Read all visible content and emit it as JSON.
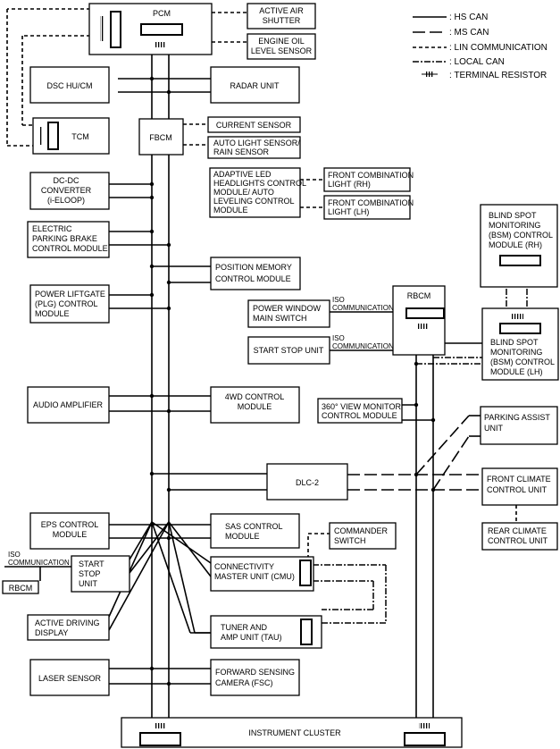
{
  "legend": {
    "hs_can": ": HS CAN",
    "ms_can": ": MS CAN",
    "lin": ": LIN COMMUNICATION",
    "local_can": ": LOCAL CAN",
    "terminal": ": TERMINAL RESISTOR"
  },
  "modules": {
    "pcm": "PCM",
    "active_air_shutter": [
      "ACTIVE AIR",
      "SHUTTER"
    ],
    "engine_oil_sensor": [
      "ENGINE OIL",
      "LEVEL SENSOR"
    ],
    "dsc": "DSC HU/CM",
    "radar": "RADAR UNIT",
    "tcm": "TCM",
    "fbcm": "FBCM",
    "current_sensor": "CURRENT SENSOR",
    "auto_light_sensor": [
      "AUTO LIGHT SENSOR/",
      "RAIN SENSOR"
    ],
    "dcdc": [
      "DC-DC",
      "CONVERTER",
      "(i-ELOOP)"
    ],
    "adaptive_led": [
      "ADAPTIVE LED",
      "HEADLIGHTS CONTROL",
      "MODULE/ AUTO",
      "LEVELING CONTROL",
      "MODULE"
    ],
    "front_combo_rh": [
      "FRONT COMBINATION",
      "LIGHT (RH)"
    ],
    "front_combo_lh": [
      "FRONT COMBINATION",
      "LIGHT (LH)"
    ],
    "epb": [
      "ELECTRIC",
      "PARKING BRAKE",
      "CONTROL MODULE"
    ],
    "position_memory": [
      "POSITION MEMORY",
      "CONTROL MODULE"
    ],
    "bsm_rh": [
      "BLIND SPOT",
      "MONITORING",
      "(BSM) CONTROL",
      "MODULE (RH)"
    ],
    "plg": [
      "POWER LIFTGATE",
      "(PLG) CONTROL",
      "MODULE"
    ],
    "rbcm": "RBCM",
    "power_window": [
      "POWER WINDOW",
      "MAIN SWITCH"
    ],
    "start_stop_unit": "START STOP UNIT",
    "iso_comm": [
      "ISO",
      "COMMUNICATION"
    ],
    "bsm_lh": [
      "BLIND SPOT",
      "MONITORING",
      "(BSM) CONTROL",
      "MODULE (LH)"
    ],
    "audio_amp": "AUDIO AMPLIFIER",
    "fourwd": [
      "4WD CONTROL",
      "MODULE"
    ],
    "view_monitor": [
      "360° VIEW MONITOR",
      "CONTROL MODULE"
    ],
    "parking_assist": [
      "PARKING ASSIST",
      "UNIT"
    ],
    "dlc2": "DLC-2",
    "front_climate": [
      "FRONT CLIMATE",
      "CONTROL UNIT"
    ],
    "rear_climate": [
      "REAR CLIMATE",
      "CONTROL UNIT"
    ],
    "eps": [
      "EPS CONTROL",
      "MODULE"
    ],
    "sas": [
      "SAS CONTROL",
      "MODULE"
    ],
    "commander": [
      "COMMANDER",
      "SWITCH"
    ],
    "start_stop_unit2": [
      "START",
      "STOP",
      "UNIT"
    ],
    "rbcm_small": "RBCM",
    "cmu": [
      "CONNECTIVITY",
      "MASTER UNIT (CMU)"
    ],
    "active_driving": [
      "ACTIVE DRIVING",
      "DISPLAY"
    ],
    "tau": [
      "TUNER AND",
      "AMP UNIT (TAU)"
    ],
    "laser": "LASER SENSOR",
    "fsc": [
      "FORWARD SENSING",
      "CAMERA (FSC)"
    ],
    "instrument_cluster": "INSTRUMENT CLUSTER"
  }
}
